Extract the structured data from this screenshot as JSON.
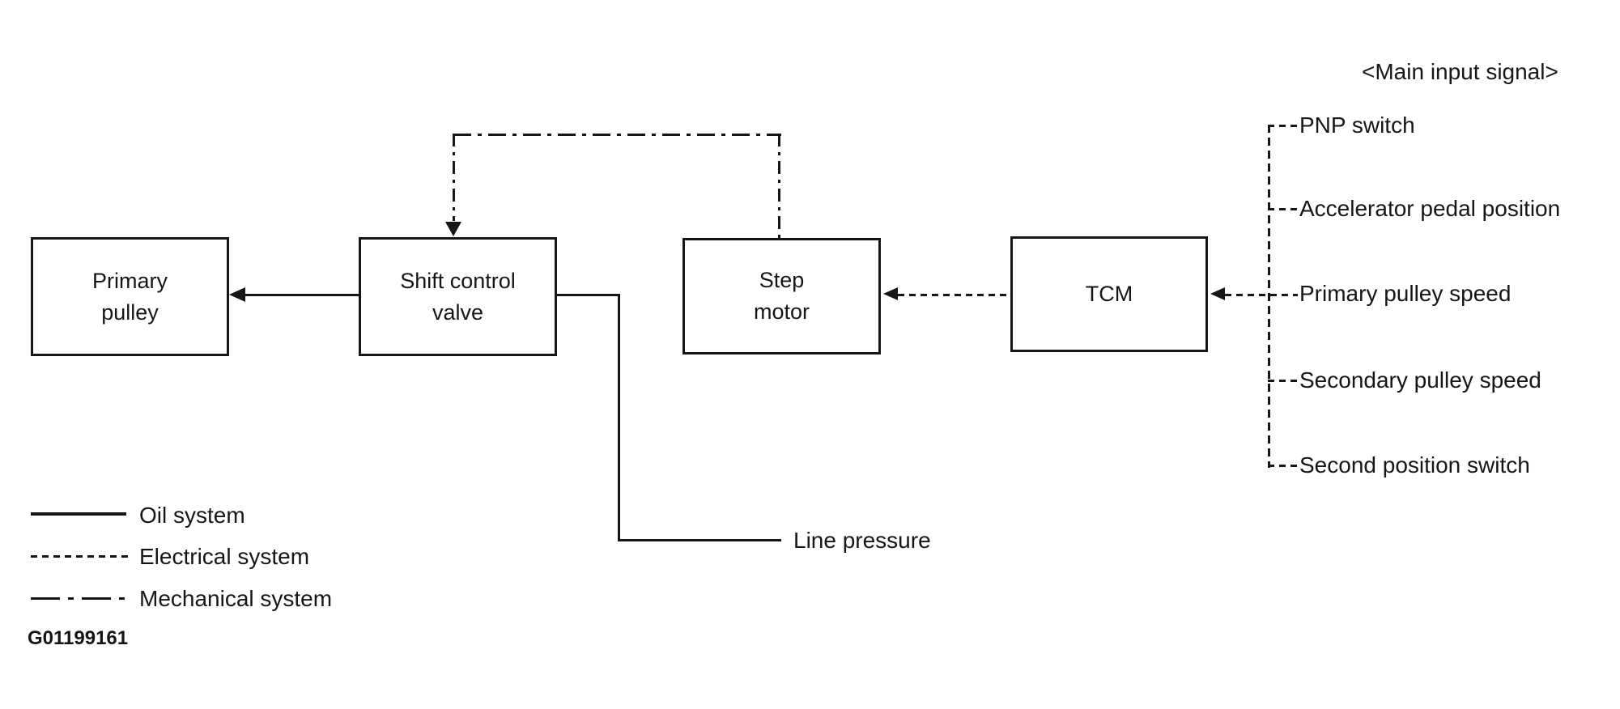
{
  "diagram": {
    "title": "<Main input signal>",
    "figure_id": "G01199161",
    "boxes": {
      "primary_pulley": {
        "line1": "Primary",
        "line2": "pulley"
      },
      "shift_control_valve": {
        "line1": "Shift control",
        "line2": "valve"
      },
      "step_motor": {
        "line1": "Step",
        "line2": "motor"
      },
      "tcm": {
        "label": "TCM"
      }
    },
    "line_pressure_label": "Line pressure",
    "main_input_signals": [
      "PNP switch",
      "Accelerator pedal position",
      "Primary pulley speed",
      "Secondary pulley speed",
      "Second position switch"
    ],
    "legend": [
      {
        "style": "solid",
        "label": "Oil system"
      },
      {
        "style": "dashed",
        "label": "Electrical system"
      },
      {
        "style": "dash-dot",
        "label": "Mechanical system"
      }
    ],
    "colors": {
      "ink": "#161616",
      "background": "#ffffff"
    }
  }
}
